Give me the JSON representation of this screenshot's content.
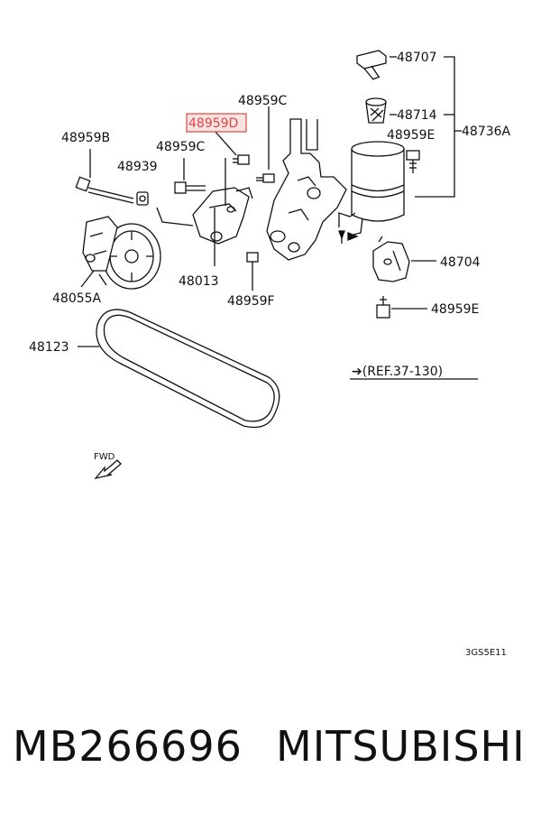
{
  "callouts": {
    "p48707": "48707",
    "p48714": "48714",
    "p48736A": "48736A",
    "p48959C_top": "48959C",
    "p48959D": "48959D",
    "p48959B": "48959B",
    "p48959C_left": "48959C",
    "p48959E_top": "48959E",
    "p48939": "48939",
    "p48704": "48704",
    "p48055A": "48055A",
    "p48013": "48013",
    "p48959F": "48959F",
    "p48959E_bottom": "48959E",
    "p48123": "48123"
  },
  "reference": "➔(REF.37-130)",
  "fwd": "FWD",
  "drawing_code": "3GS5E11",
  "part_number": "MB266696",
  "brand": "MITSUBISHI",
  "highlight_color": "#e0453f"
}
